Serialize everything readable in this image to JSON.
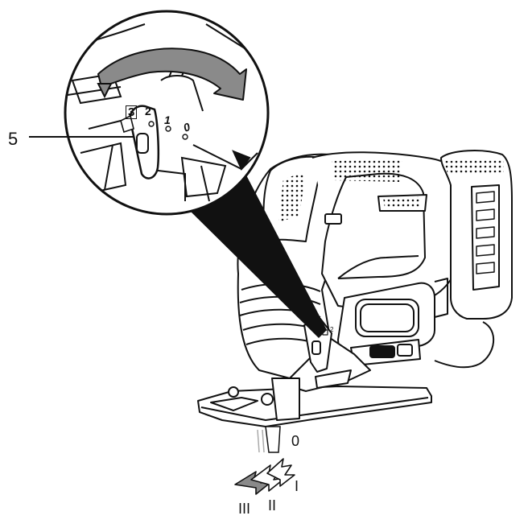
{
  "callout": {
    "number": "5"
  },
  "dial": {
    "pos3": "3",
    "pos2": "2",
    "pos1": "1",
    "pos0": "0"
  },
  "modes": {
    "zero": "0",
    "one": "I",
    "two": "II",
    "three": "III"
  },
  "colors": {
    "line": "#111111",
    "arrow_fill": "#8a8a8a",
    "background": "#ffffff"
  }
}
